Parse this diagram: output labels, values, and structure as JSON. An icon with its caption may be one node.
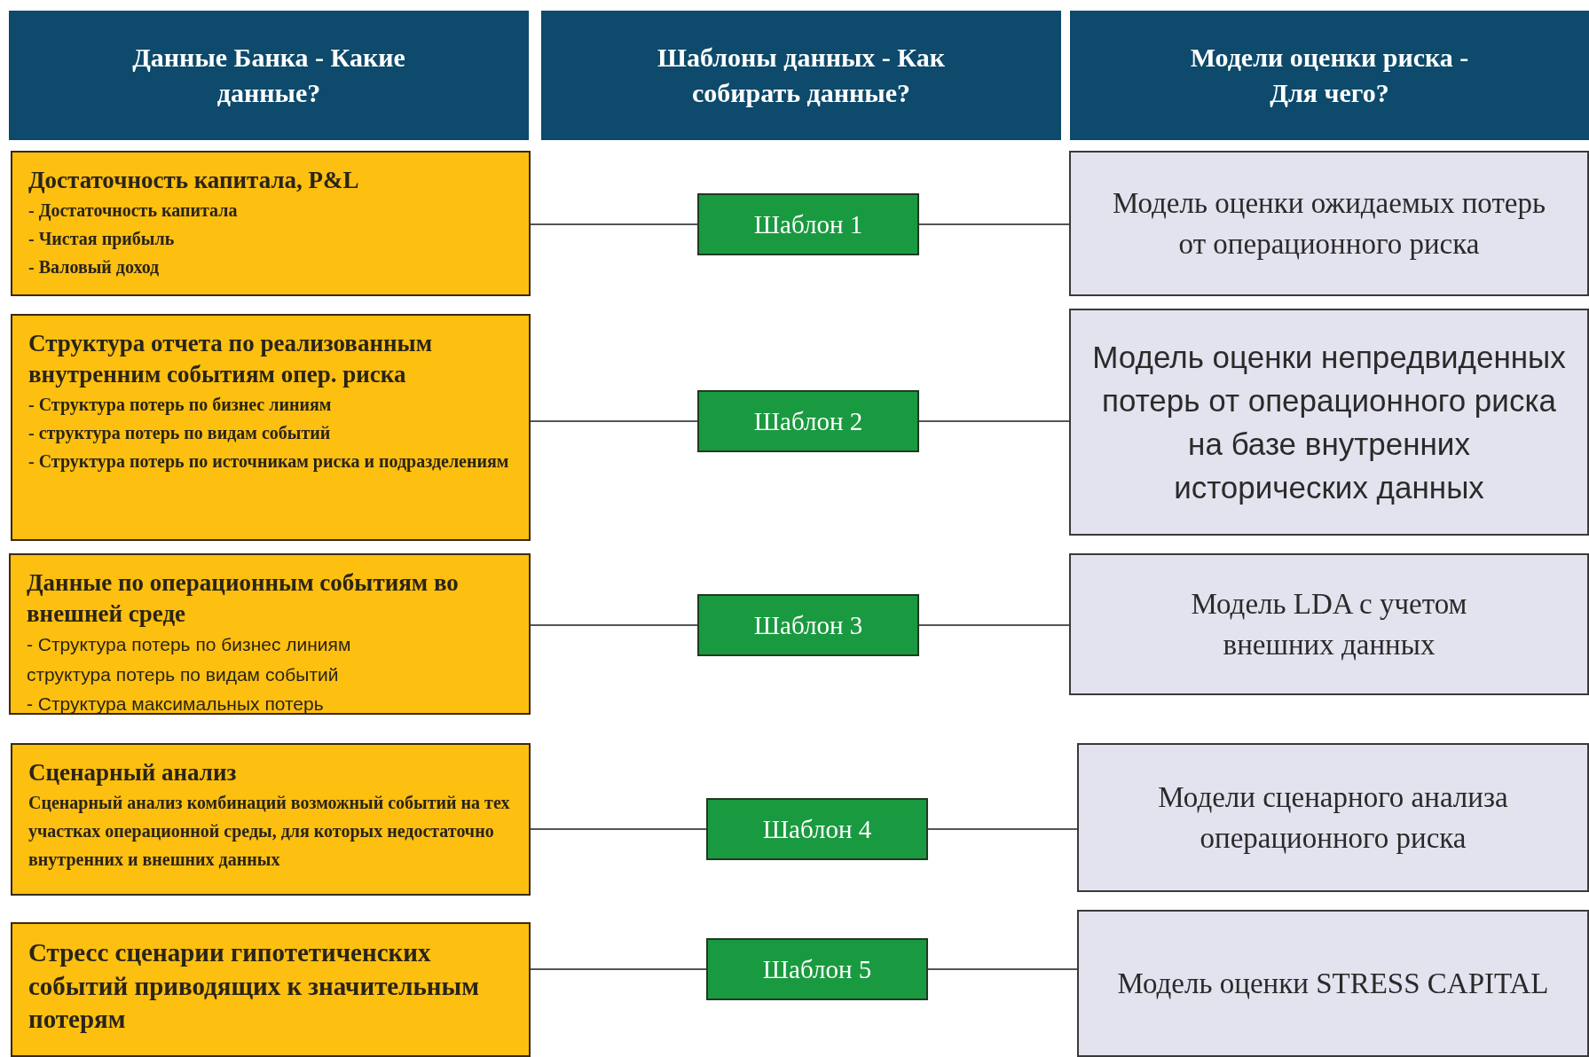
{
  "diagram": {
    "nodes": [
      {
        "text": [
          "Данные Банка - Какие данные?"
        ]
      },
      {
        "text": [
          "Шаблоны данных - Как собирать данные?"
        ]
      },
      {
        "text": [
          "Модели оценки риска - Для чего?"
        ]
      },
      {
        "text": [
          "Достаточность капитала, P&L",
          "- Достаточность капитала",
          "- Чистая прибыль",
          "- Валовый доход"
        ]
      },
      {
        "text": [
          "Шаблон 1"
        ]
      },
      {
        "text": [
          "Модель оценки ожидаемых потерь от операционного риска"
        ]
      },
      {
        "text": [
          "Структура отчета по реализованным внутренним событиям опер. риска",
          "- Структура потерь по бизнес линиям",
          "- структура потерь по видам событий",
          "- Структура потерь по источникам риска и подразделениям"
        ]
      },
      {
        "text": [
          "Шаблон 2"
        ]
      },
      {
        "text": [
          "Модель оценки непредвиденных потерь от операционного риска на базе внутренних исторических данных"
        ]
      },
      {
        "text": [
          "Данные по операционным событиям во внешней среде",
          "- Структура потерь по бизнес линиям",
          "структура потерь по видам событий",
          "- Структура максимальных потерь"
        ]
      },
      {
        "text": [
          "Шаблон 3"
        ]
      },
      {
        "text": [
          "Модель LDA с учетом внешних данных"
        ]
      },
      {
        "text": [
          "Сценарный анализ",
          "Сценарный анализ комбинаций возможный событий на тех участках операционной среды, для которых недостаточно внутренних и внешних данных"
        ]
      },
      {
        "text": [
          "Шаблон 4"
        ]
      },
      {
        "text": [
          "Модели сценарного анализа операционного риска"
        ]
      },
      {
        "text": [
          "Стресс сценарии гипотетиченских событий приводящих к значительным потерям"
        ]
      },
      {
        "text": [
          "Шаблон 5"
        ]
      },
      {
        "text": [
          "Модель оценки STRESS CAPITAL"
        ]
      }
    ],
    "edges": [
      {
        "from": 3,
        "to": 4,
        "arrow": "none"
      },
      {
        "from": 4,
        "to": 5,
        "arrow": "none"
      },
      {
        "from": 6,
        "to": 7,
        "arrow": "none"
      },
      {
        "from": 7,
        "to": 8,
        "arrow": "none"
      },
      {
        "from": 9,
        "to": 10,
        "arrow": "none"
      },
      {
        "from": 10,
        "to": 11,
        "arrow": "none"
      },
      {
        "from": 12,
        "to": 13,
        "arrow": "none"
      },
      {
        "from": 13,
        "to": 14,
        "arrow": "none"
      },
      {
        "from": 15,
        "to": 16,
        "arrow": "none"
      },
      {
        "from": 16,
        "to": 17,
        "arrow": "none"
      }
    ]
  }
}
